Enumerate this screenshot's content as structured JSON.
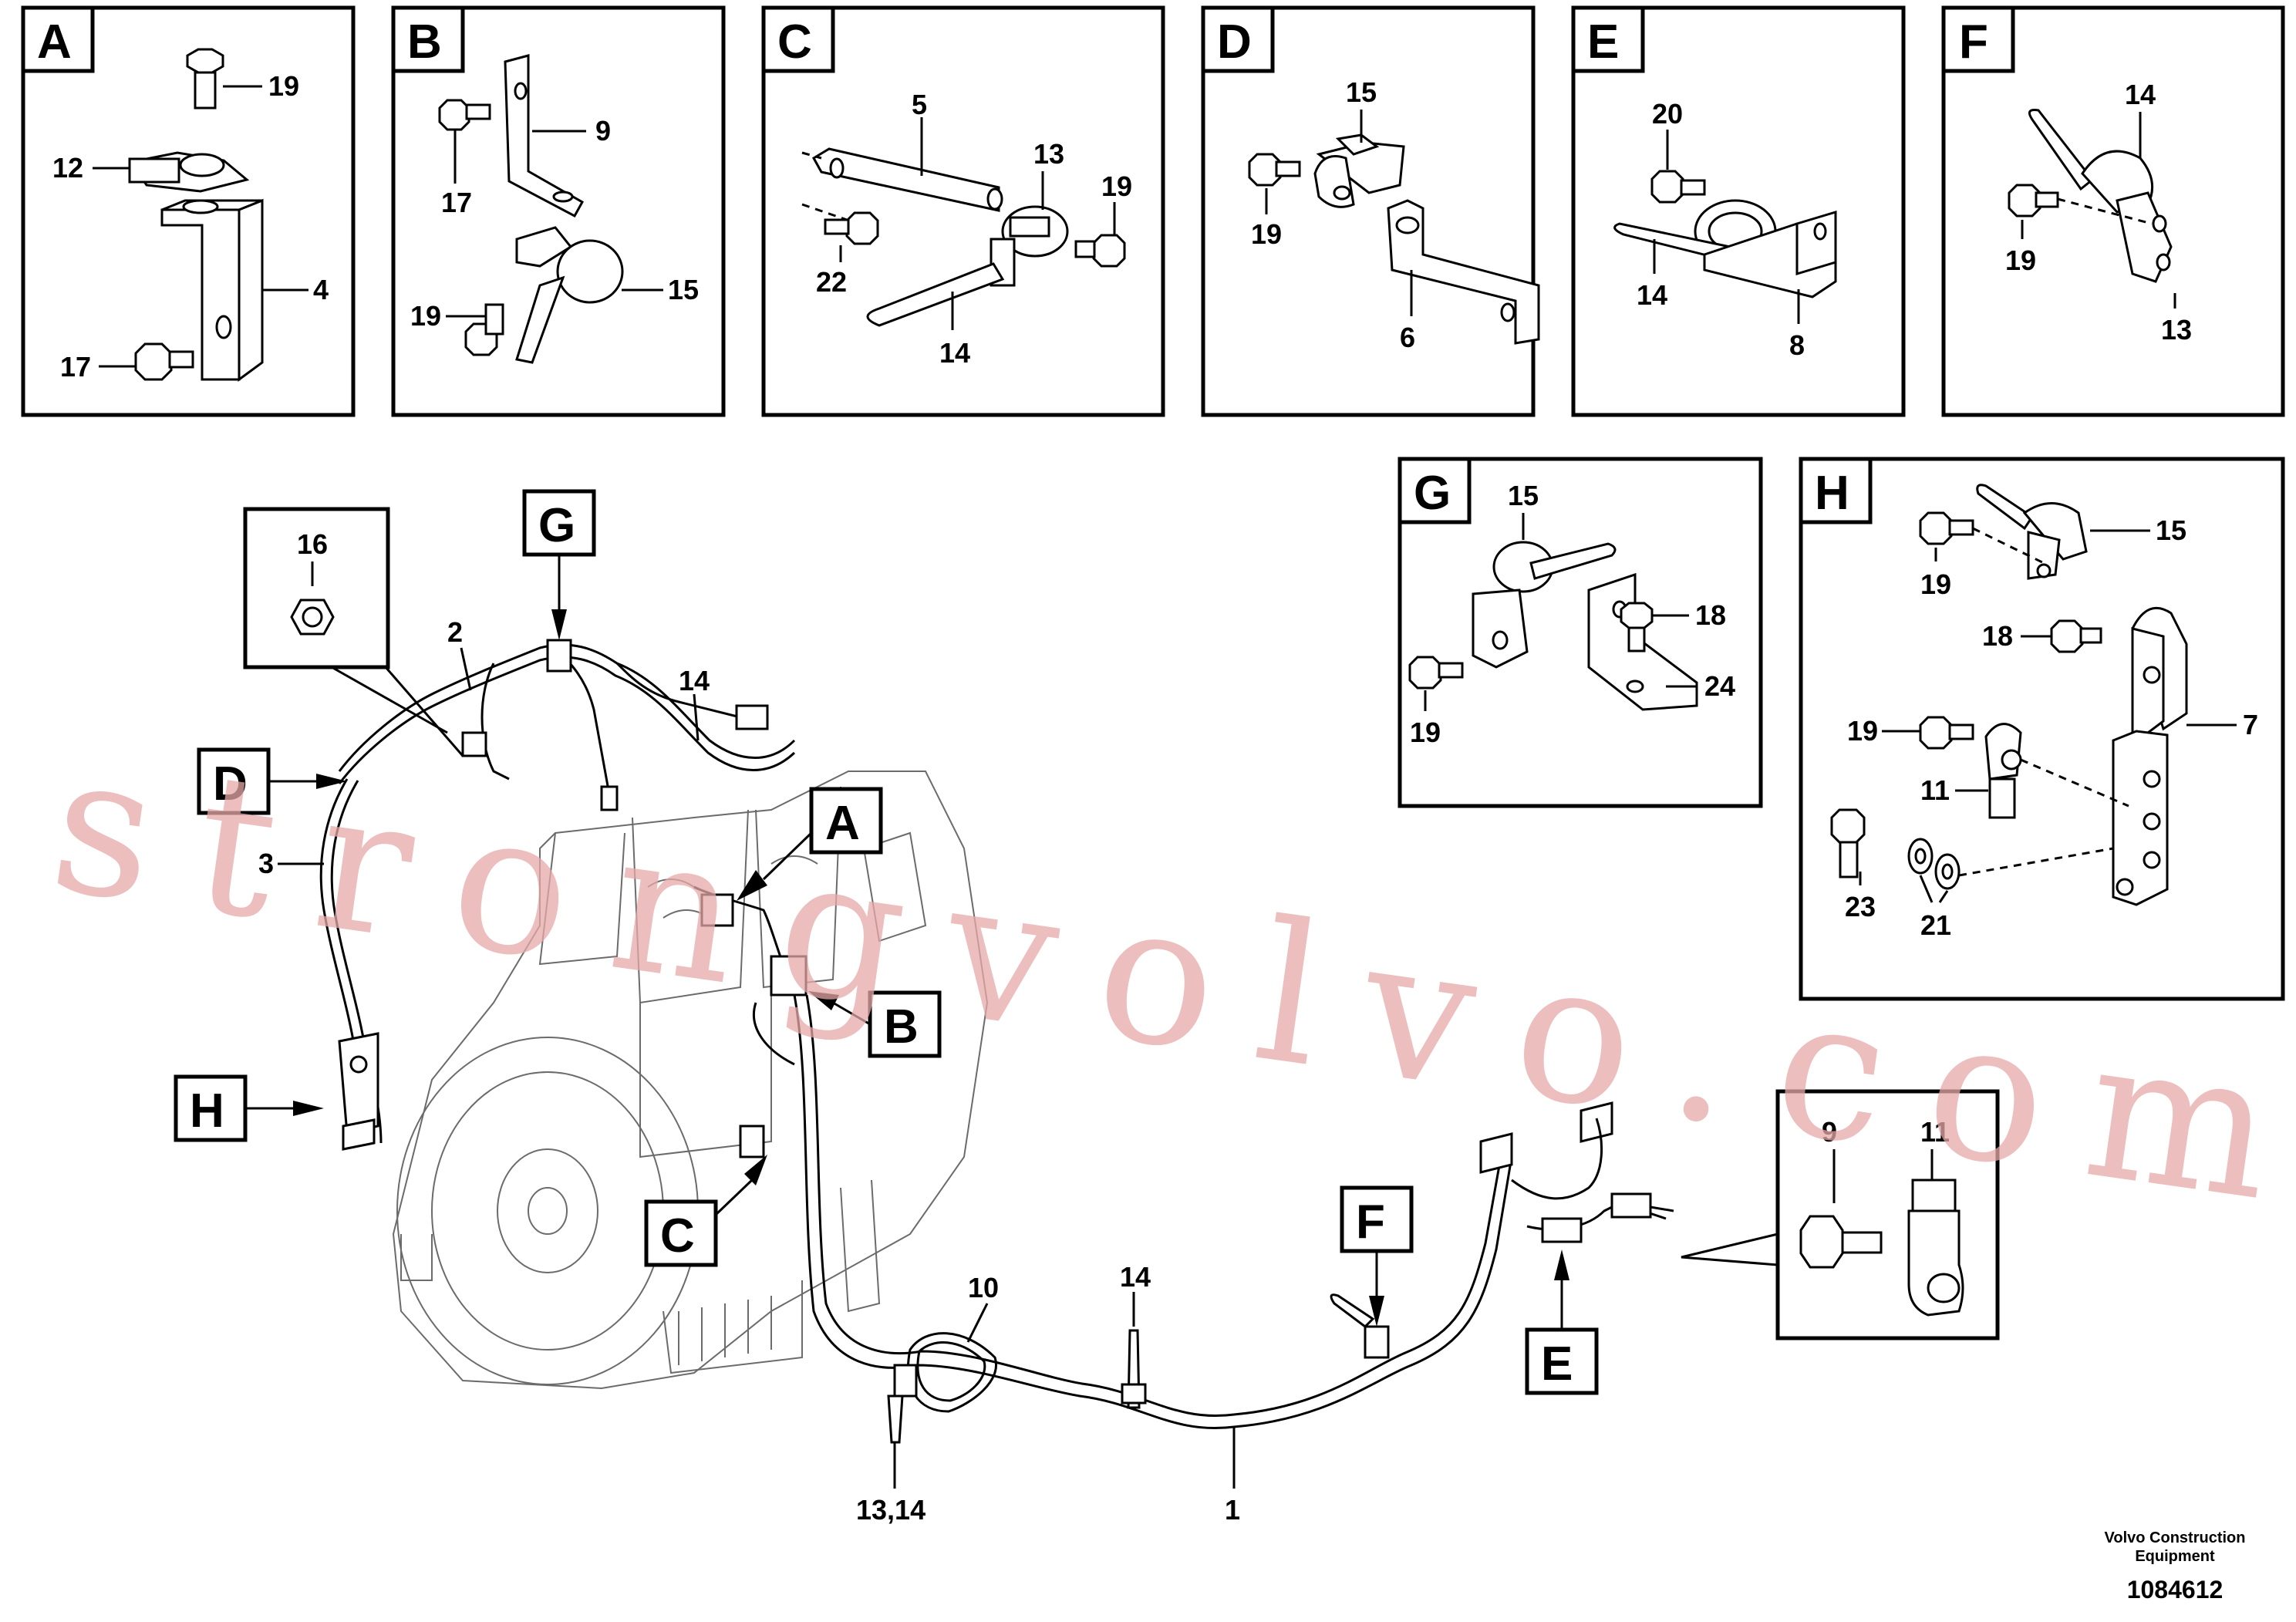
{
  "panels": {
    "A": {
      "tag": "A",
      "labels": {
        "l19": "19",
        "l12": "12",
        "l4": "4",
        "l17": "17"
      }
    },
    "B": {
      "tag": "B",
      "labels": {
        "l9": "9",
        "l17": "17",
        "l19": "19",
        "l15": "15"
      }
    },
    "C": {
      "tag": "C",
      "labels": {
        "l5": "5",
        "l13": "13",
        "l19": "19",
        "l22": "22",
        "l14": "14"
      }
    },
    "D": {
      "tag": "D",
      "labels": {
        "l15": "15",
        "l19": "19",
        "l6": "6"
      }
    },
    "E": {
      "tag": "E",
      "labels": {
        "l20": "20",
        "l14": "14",
        "l8": "8"
      }
    },
    "F": {
      "tag": "F",
      "labels": {
        "l14": "14",
        "l19": "19",
        "l13": "13"
      }
    },
    "G": {
      "tag": "G",
      "labels": {
        "l15": "15",
        "l18": "18",
        "l24": "24",
        "l19": "19"
      }
    },
    "H": {
      "tag": "H",
      "labels": {
        "l15": "15",
        "l19a": "19",
        "l18": "18",
        "l7": "7",
        "l19b": "19",
        "l11": "11",
        "l23": "23",
        "l21": "21"
      }
    }
  },
  "detail": {
    "l16": "16",
    "l9": "9",
    "l11": "11"
  },
  "main": {
    "callouts": {
      "c2": "2",
      "c14": "14",
      "c3": "3",
      "c10": "10",
      "c14b": "14",
      "c1": "1",
      "c1314": "13,14"
    },
    "tags": {
      "G": "G",
      "D": "D",
      "A": "A",
      "B": "B",
      "H": "H",
      "C": "C",
      "F": "F",
      "E": "E"
    }
  },
  "watermark": "strongvolvo.com",
  "footer": {
    "company_line1": "Volvo Construction",
    "company_line2": "Equipment",
    "doc_number": "1084612"
  }
}
